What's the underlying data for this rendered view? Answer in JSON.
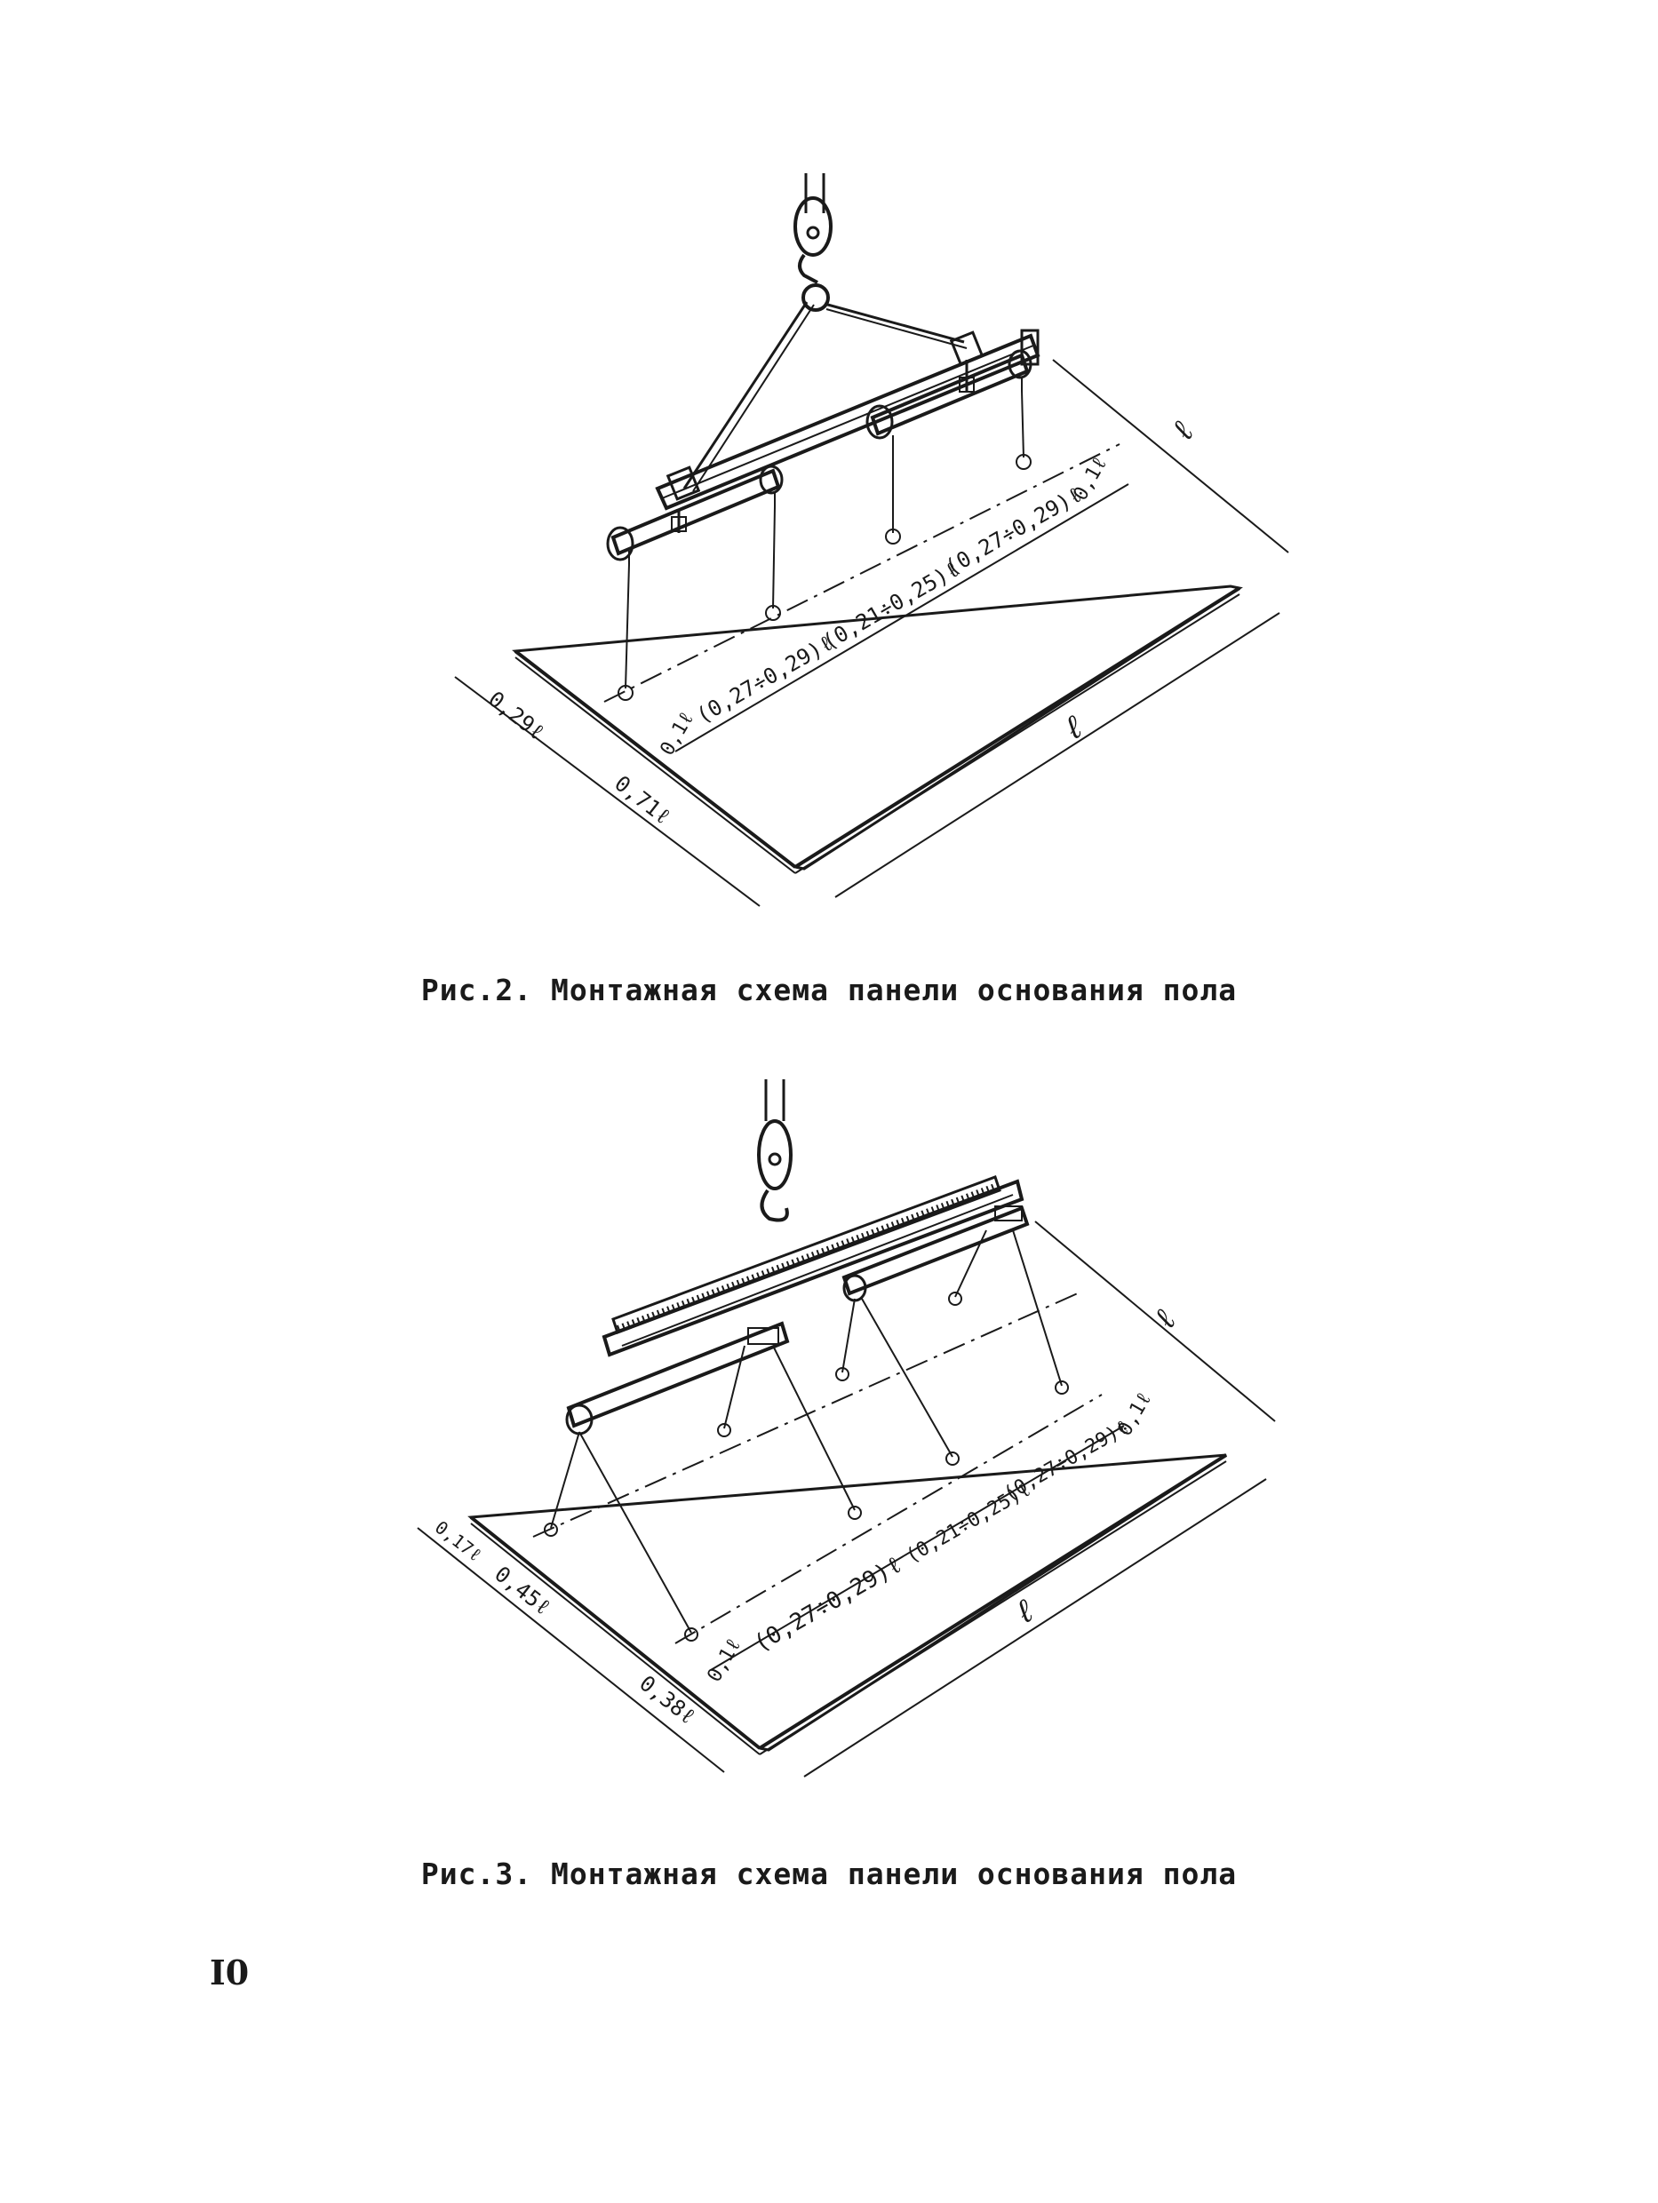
{
  "page": {
    "number": "I0"
  },
  "figures": [
    {
      "caption": "Рис.2. Монтажная схема панели основания пола",
      "dims": {
        "b": "ℓ",
        "l": "ℓ",
        "side_1": "0,29ℓ",
        "side_2": "0,71ℓ",
        "seg_1": "0,1ℓ",
        "seg_2": "(0,27÷0,29)ℓ",
        "seg_3": "(0,21÷0,25)ℓ",
        "seg_4": "(0,27÷0,29)ℓ",
        "seg_5": "0,1ℓ"
      }
    },
    {
      "caption": "Рис.3. Монтажная схема панели основания пола",
      "dims": {
        "b": "ℓ",
        "l": "ℓ",
        "side_1": "0,17ℓ",
        "side_2": "0,45ℓ",
        "side_3": "0,38ℓ",
        "seg_1": "0,1ℓ",
        "seg_2": "(0,27÷0,29)ℓ",
        "seg_3": "(0,21÷0,25)ℓ",
        "seg_4": "(0,27÷0,29)ℓ",
        "seg_5": "0,1ℓ"
      }
    }
  ]
}
